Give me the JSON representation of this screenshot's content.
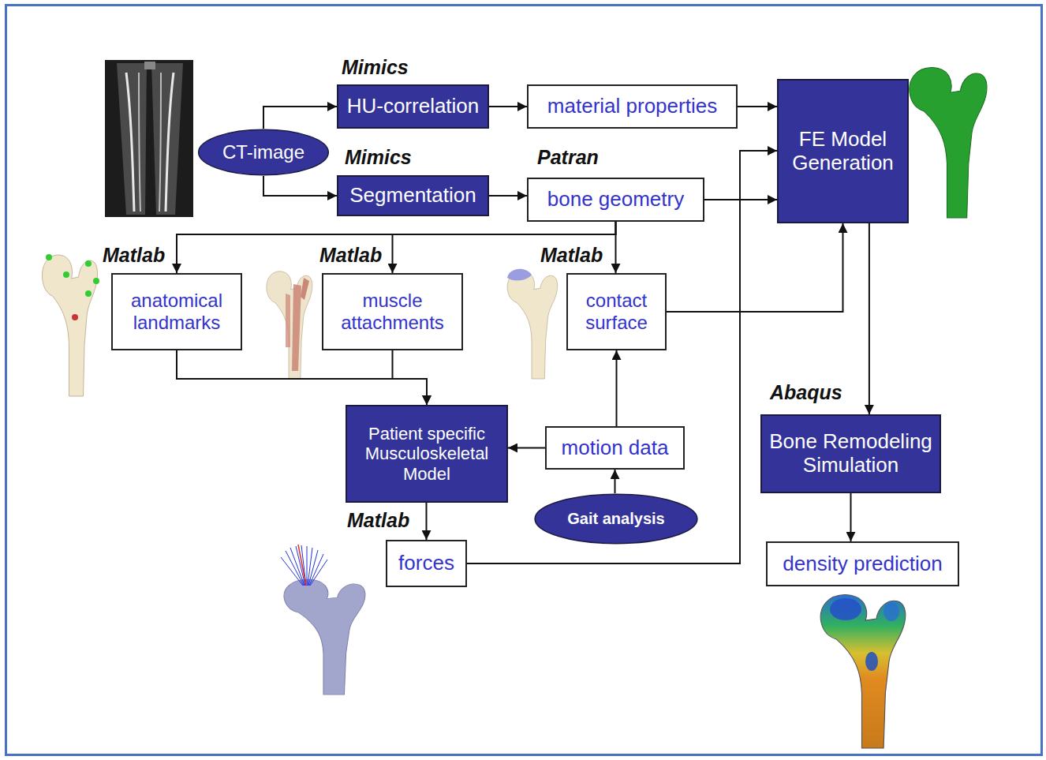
{
  "diagram": {
    "nodes": [
      {
        "text": [
          "HU-correlation"
        ]
      },
      {
        "text": [
          "material properties"
        ]
      },
      {
        "text": [
          "FE Model Generation"
        ]
      },
      {
        "text": [
          "CT-image"
        ]
      },
      {
        "text": [
          "Segmentation"
        ]
      },
      {
        "text": [
          "bone geometry"
        ]
      },
      {
        "text": [
          "anatomical landmarks"
        ]
      },
      {
        "text": [
          "muscle attachments"
        ]
      },
      {
        "text": [
          "contact surface"
        ]
      },
      {
        "text": [
          "Patient specific Musculoskeletal Model"
        ]
      },
      {
        "text": [
          "motion data"
        ]
      },
      {
        "text": [
          "Gait analysis"
        ]
      },
      {
        "text": [
          "forces"
        ]
      },
      {
        "text": [
          "Bone Remodeling Simulation"
        ]
      },
      {
        "text": [
          "density prediction"
        ]
      }
    ],
    "edges": [
      {
        "from": 3,
        "to": 0,
        "arrow": "to"
      },
      {
        "from": 3,
        "to": 4,
        "arrow": "to"
      },
      {
        "from": 0,
        "to": 1,
        "arrow": "to"
      },
      {
        "from": 4,
        "to": 5,
        "arrow": "to"
      },
      {
        "from": 1,
        "to": 2,
        "arrow": "to"
      },
      {
        "from": 5,
        "to": 2,
        "arrow": "to"
      },
      {
        "from": 5,
        "to": 6,
        "arrow": "to"
      },
      {
        "from": 5,
        "to": 7,
        "arrow": "to"
      },
      {
        "from": 5,
        "to": 8,
        "arrow": "to"
      },
      {
        "from": 6,
        "to": 9,
        "arrow": "to"
      },
      {
        "from": 7,
        "to": 9,
        "arrow": "to"
      },
      {
        "from": 10,
        "to": 9,
        "arrow": "to"
      },
      {
        "from": 10,
        "to": 8,
        "arrow": "to"
      },
      {
        "from": 11,
        "to": 10,
        "arrow": "to"
      },
      {
        "from": 9,
        "to": 12,
        "arrow": "to"
      },
      {
        "from": 12,
        "to": 2,
        "arrow": "to"
      },
      {
        "from": 8,
        "to": 2,
        "arrow": "to"
      },
      {
        "from": 2,
        "to": 13,
        "arrow": "to"
      },
      {
        "from": 13,
        "to": 14,
        "arrow": "to"
      }
    ],
    "labels": [
      "Mimics",
      "Mimics",
      "Patran",
      "Matlab",
      "Matlab",
      "Matlab",
      "Abaqus",
      "Matlab"
    ]
  }
}
